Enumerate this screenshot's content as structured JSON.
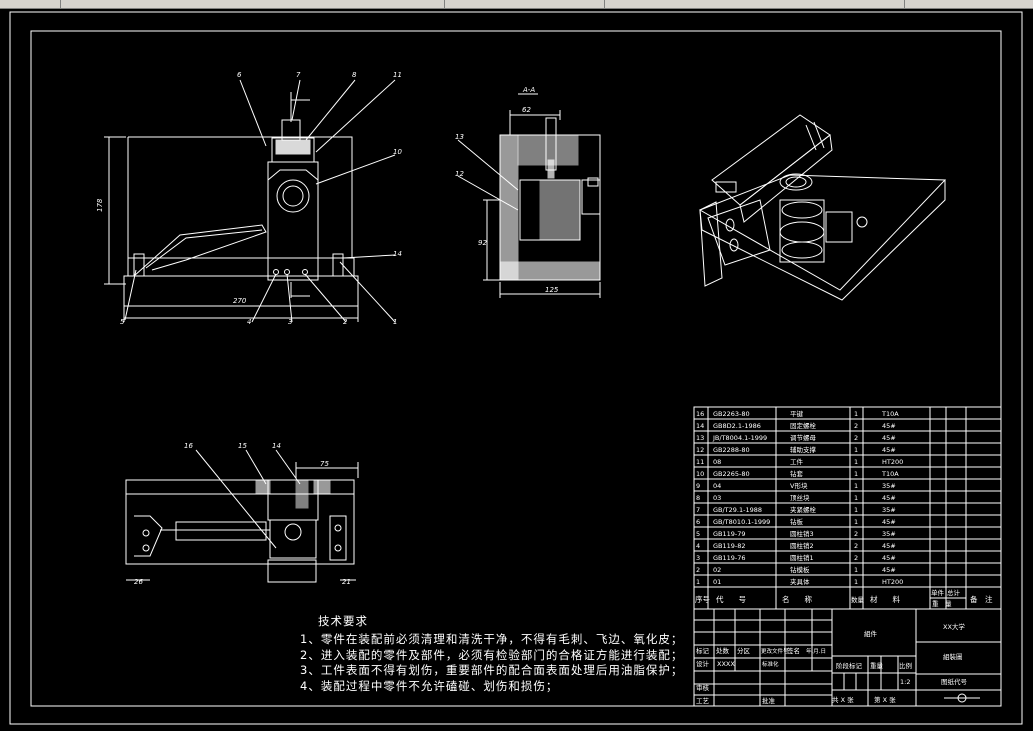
{
  "window": {
    "tabs": [
      "",
      "",
      "",
      "",
      ""
    ],
    "status_left": ""
  },
  "views": {
    "section_label": "A-A",
    "front_dims": {
      "height": "178",
      "width": "270"
    },
    "front_callouts": [
      "6",
      "7",
      "8",
      "11",
      "10",
      "5",
      "4",
      "3",
      "2",
      "1",
      "14"
    ],
    "section_dims": {
      "top": "62",
      "left": "92",
      "bottom": "125",
      "callouts": [
        "13",
        "12"
      ]
    },
    "top_dims": {
      "top": "75",
      "left": "26",
      "right": "21",
      "callouts": [
        "16",
        "15",
        "14"
      ]
    }
  },
  "bom": {
    "rows": [
      {
        "no": "16",
        "code": "GB2263-80",
        "name": "平键",
        "qty": "1",
        "material": "T10A"
      },
      {
        "no": "14",
        "code": "GB8D2.1-1986",
        "name": "固定螺栓",
        "qty": "2",
        "material": "45#"
      },
      {
        "no": "13",
        "code": "JB/T8004.1-1999",
        "name": "调节螺母",
        "qty": "2",
        "material": "45#"
      },
      {
        "no": "12",
        "code": "GB2288-80",
        "name": "辅助支撑",
        "qty": "1",
        "material": "45#"
      },
      {
        "no": "11",
        "code": "08",
        "name": "工件",
        "qty": "1",
        "material": "HT200"
      },
      {
        "no": "10",
        "code": "GB2265-80",
        "name": "钻套",
        "qty": "1",
        "material": "T10A"
      },
      {
        "no": "9",
        "code": "04",
        "name": "V形块",
        "qty": "1",
        "material": "35#"
      },
      {
        "no": "8",
        "code": "03",
        "name": "顶丝块",
        "qty": "1",
        "material": "45#"
      },
      {
        "no": "7",
        "code": "GB/T29.1-1988",
        "name": "夹紧螺栓",
        "qty": "1",
        "material": "35#"
      },
      {
        "no": "6",
        "code": "GB/T8010.1-1999",
        "name": "钻板",
        "qty": "1",
        "material": "45#"
      },
      {
        "no": "5",
        "code": "GB119-79",
        "name": "圆柱销3",
        "qty": "2",
        "material": "35#"
      },
      {
        "no": "4",
        "code": "GB119-82",
        "name": "圆柱销2",
        "qty": "2",
        "material": "45#"
      },
      {
        "no": "3",
        "code": "GB119-76",
        "name": "圆柱销1",
        "qty": "2",
        "material": "45#"
      },
      {
        "no": "2",
        "code": "02",
        "name": "钻模板",
        "qty": "1",
        "material": "45#"
      },
      {
        "no": "1",
        "code": "01",
        "name": "夹具体",
        "qty": "1",
        "material": "HT200"
      }
    ],
    "header": {
      "no": "序号",
      "code": "代　　号",
      "name": "名　　称",
      "qty": "数量",
      "material": "材　　料",
      "single": "单件",
      "total": "总计",
      "weight": "重　量",
      "note": "备　注"
    }
  },
  "title_block": {
    "assembly": "組件",
    "school": "XX大学",
    "drawing": "組裝圖",
    "code_label": "图纸代号",
    "mark": "标记",
    "count": "处数",
    "zone": "分区",
    "change_doc": "更改文件号",
    "signature": "签名",
    "date": "年.月.日",
    "design": "设计",
    "design_name": "XXXX",
    "standardize": "标准化",
    "stage": "阶段标记",
    "weight": "重量",
    "scale": "比例",
    "scale_value": "1:2",
    "review": "审核",
    "process": "工艺",
    "approve": "批准",
    "sheets": "共 X 张",
    "sheet_no": "第 X 张"
  },
  "tech_requirements": {
    "title": "技术要求",
    "items": [
      "1、零件在装配前必须清理和清洗干净，不得有毛刺、飞边、氧化皮；",
      "2、进入装配的零件及部件，必须有检验部门的合格证方能进行装配；",
      "3、工件表面不得有划伤，重要部件的配合面表面处理后用油脂保护；",
      "4、装配过程中零件不允许磕碰、划伤和损伤；"
    ]
  },
  "colors": {
    "background": "#000000",
    "line": "#ffffff",
    "chrome": "#d6d3ce"
  }
}
